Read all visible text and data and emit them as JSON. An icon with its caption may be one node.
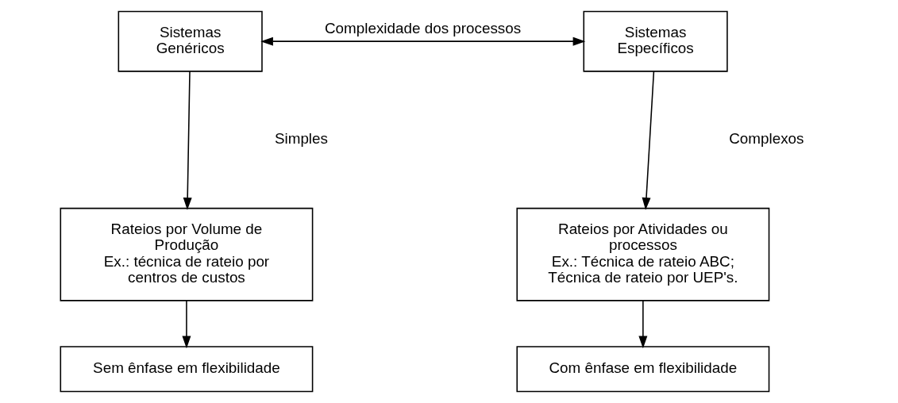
{
  "diagram": {
    "nodes": [
      {
        "text": [
          "Sistemas Genéricos"
        ]
      },
      {
        "text": [
          "Sistemas Específicos"
        ]
      },
      {
        "text": [
          "Rateios por Volume de Produção",
          "Ex.: técnica de rateio por centros de custos"
        ]
      },
      {
        "text": [
          "Rateios por Atividades ou processos",
          "Ex.: Técnica de rateio ABC; Técnica de rateio por UEP's."
        ]
      },
      {
        "text": [
          "Sem ênfase em flexibilidade"
        ]
      },
      {
        "text": [
          "Com ênfase em flexibilidade"
        ]
      }
    ],
    "edges": [
      {
        "from": 0,
        "to": 1,
        "arrow": "both",
        "label": "Complexidade dos processos"
      },
      {
        "from": 0,
        "to": 2,
        "arrow": "to"
      },
      {
        "from": 1,
        "to": 3,
        "arrow": "to"
      },
      {
        "from": 2,
        "to": 4,
        "arrow": "to"
      },
      {
        "from": 3,
        "to": 5,
        "arrow": "to"
      }
    ],
    "labels": [
      "Simples",
      "Complexos"
    ]
  }
}
